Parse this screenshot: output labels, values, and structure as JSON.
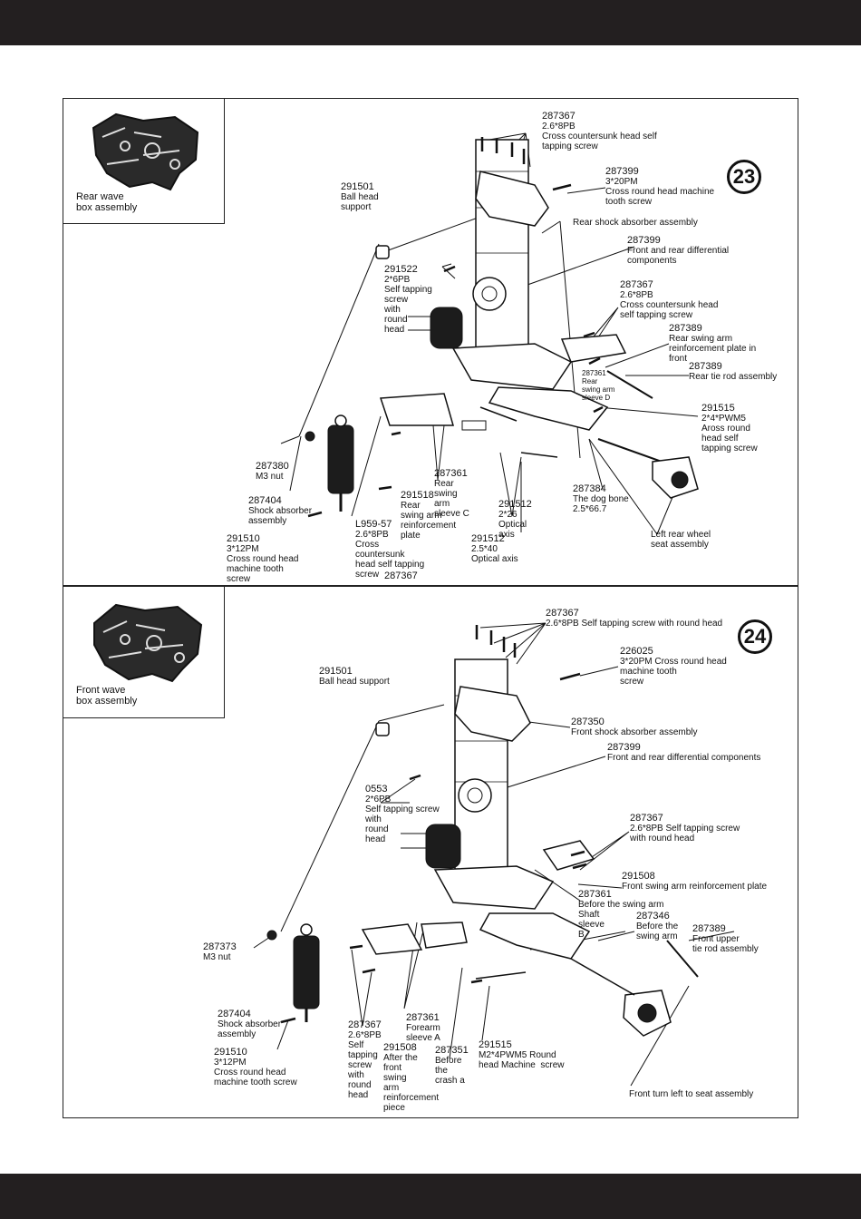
{
  "step23": {
    "number": "23",
    "inset_title": "Rear wave\nbox assembly",
    "labels": [
      {
        "code": "287367",
        "text": "2.6*8PB\nCross countersunk head self\ntapping screw"
      },
      {
        "code": "287399",
        "text": "3*20PM\nCross round head machine\ntooth screw"
      },
      {
        "code": "291501",
        "text": "Ball head\nsupport"
      },
      {
        "code": "",
        "text": "Rear shock absorber assembly"
      },
      {
        "code": "287399",
        "text": "Front and rear differential\ncomponents"
      },
      {
        "code": "291522",
        "text": "2*6PB\nSelf tapping\nscrew\nwith\nround\nhead"
      },
      {
        "code": "287367",
        "text": "2.6*8PB\nCross countersunk head\nself tapping screw"
      },
      {
        "code": "287389",
        "text": "Rear swing arm\nreinforcement plate in\nfront"
      },
      {
        "code": "287389",
        "text": "Rear tie rod assembly"
      },
      {
        "code": "287361",
        "text": "Rear\nswing arm\nsleeve D"
      },
      {
        "code": "291515",
        "text": "2*4*PWM5\nAross round\nhead self\ntapping screw"
      },
      {
        "code": "287380",
        "text": "M3 nut"
      },
      {
        "code": "287361",
        "text": "Rear\nswing\narm\nsleeve C"
      },
      {
        "code": "287404",
        "text": "Shock absorber\nassembly"
      },
      {
        "code": "291518",
        "text": "Rear\nswing arm\nreinforcement\nplate"
      },
      {
        "code": "291512",
        "text": "2*26\nOptical\naxis"
      },
      {
        "code": "287384",
        "text": "The dog bone\n2.5*66.7"
      },
      {
        "code": "291510",
        "text": "3*12PM\nCross round head\nmachine tooth\nscrew"
      },
      {
        "code": "L959-57",
        "text": "2.6*8PB\nCross\ncountersunk\nhead self tapping\nscrew"
      },
      {
        "code": "287367",
        "text": ""
      },
      {
        "code": "291512",
        "text": "2.5*40\nOptical axis"
      },
      {
        "code": "",
        "text": "Left rear wheel\nseat assembly"
      }
    ]
  },
  "step24": {
    "number": "24",
    "inset_title": "Front wave\nbox assembly",
    "labels": [
      {
        "code": "287367",
        "text": "2.6*8PB Self tapping screw with round head"
      },
      {
        "code": "226025",
        "text": "3*20PM Cross round head\nmachine tooth\nscrew"
      },
      {
        "code": "291501",
        "text": "Ball head support"
      },
      {
        "code": "287350",
        "text": "Front shock absorber assembly"
      },
      {
        "code": "287399",
        "text": "Front and rear differential components"
      },
      {
        "code": "0553",
        "text": "2*6PB\nSelf tapping screw\nwith\nround\nhead"
      },
      {
        "code": "287367",
        "text": "2.6*8PB Self tapping screw\nwith round head"
      },
      {
        "code": "291508",
        "text": "Front swing arm reinforcement plate"
      },
      {
        "code": "287361",
        "text": "Before the swing arm\nShaft\nsleeve\nB"
      },
      {
        "code": "287346",
        "text": "Before the\nswing arm"
      },
      {
        "code": "287389",
        "text": "Front upper\ntie rod assembly"
      },
      {
        "code": "287373",
        "text": "M3 nut"
      },
      {
        "code": "287404",
        "text": "Shock absorber\nassembly"
      },
      {
        "code": "287367",
        "text": "2.6*8PB\nSelf\ntapping\nscrew\nwith\nround\nhead"
      },
      {
        "code": "287361",
        "text": "Forearm\nsleeve A"
      },
      {
        "code": "291508",
        "text": "After the\nfront\nswing\narm\nreinforcement\npiece"
      },
      {
        "code": "287351",
        "text": "Before\nthe\ncrash a"
      },
      {
        "code": "291515",
        "text": "M2*4PWM5 Round\nhead Machine  screw"
      },
      {
        "code": "291510",
        "text": "3*12PM\nCross round head\nmachine tooth screw"
      },
      {
        "code": "",
        "text": "Front turn left to seat assembly"
      }
    ]
  }
}
